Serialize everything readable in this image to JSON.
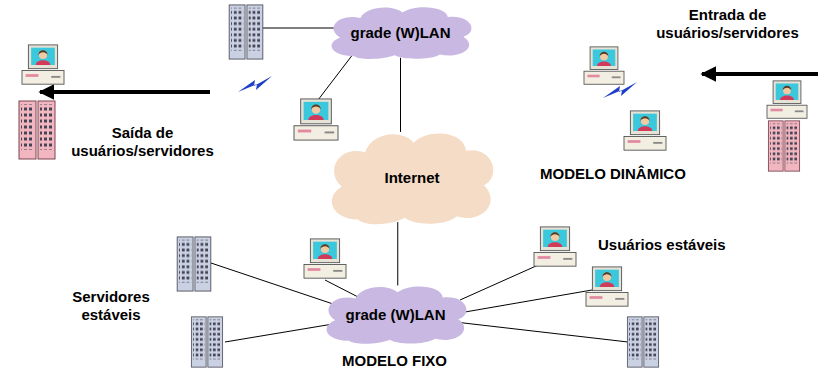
{
  "diagram": {
    "nodes": [
      {
        "text": [
          "grade (W)LAN"
        ]
      },
      {
        "text": [
          "Internet"
        ]
      },
      {
        "text": [
          "grade (W)LAN"
        ]
      }
    ],
    "edges": [
      {
        "from": 0,
        "to": 1,
        "arrow": "none"
      },
      {
        "from": 1,
        "to": 2,
        "arrow": "none"
      }
    ],
    "labels": [
      "Entrada de usuários/servidores",
      "Saída de usuários/servidores",
      "MODELO DINÂMICO",
      "Usuários estáveis",
      "Servidores estáveis",
      "MODELO FIXO"
    ]
  }
}
